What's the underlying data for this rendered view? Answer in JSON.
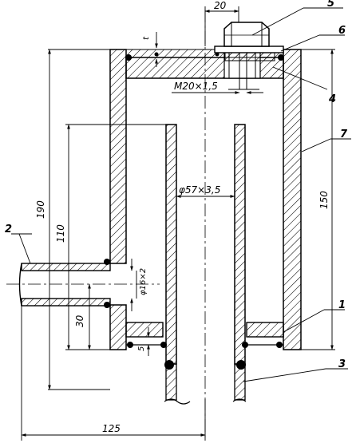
{
  "labels": {
    "part1": "1",
    "part2": "2",
    "part3": "3",
    "part4": "4",
    "part5": "5",
    "part6": "6",
    "part7": "7"
  },
  "dimensions": {
    "width_20": "20",
    "top_gap": "t",
    "thread": "M20×1,5",
    "tube_size": "φ57×3,5",
    "pipe_size": "φ16×2",
    "height_190": "190",
    "height_110": "110",
    "height_30": "30",
    "height_150": "150",
    "gap_5": "5",
    "width_125": "125"
  }
}
